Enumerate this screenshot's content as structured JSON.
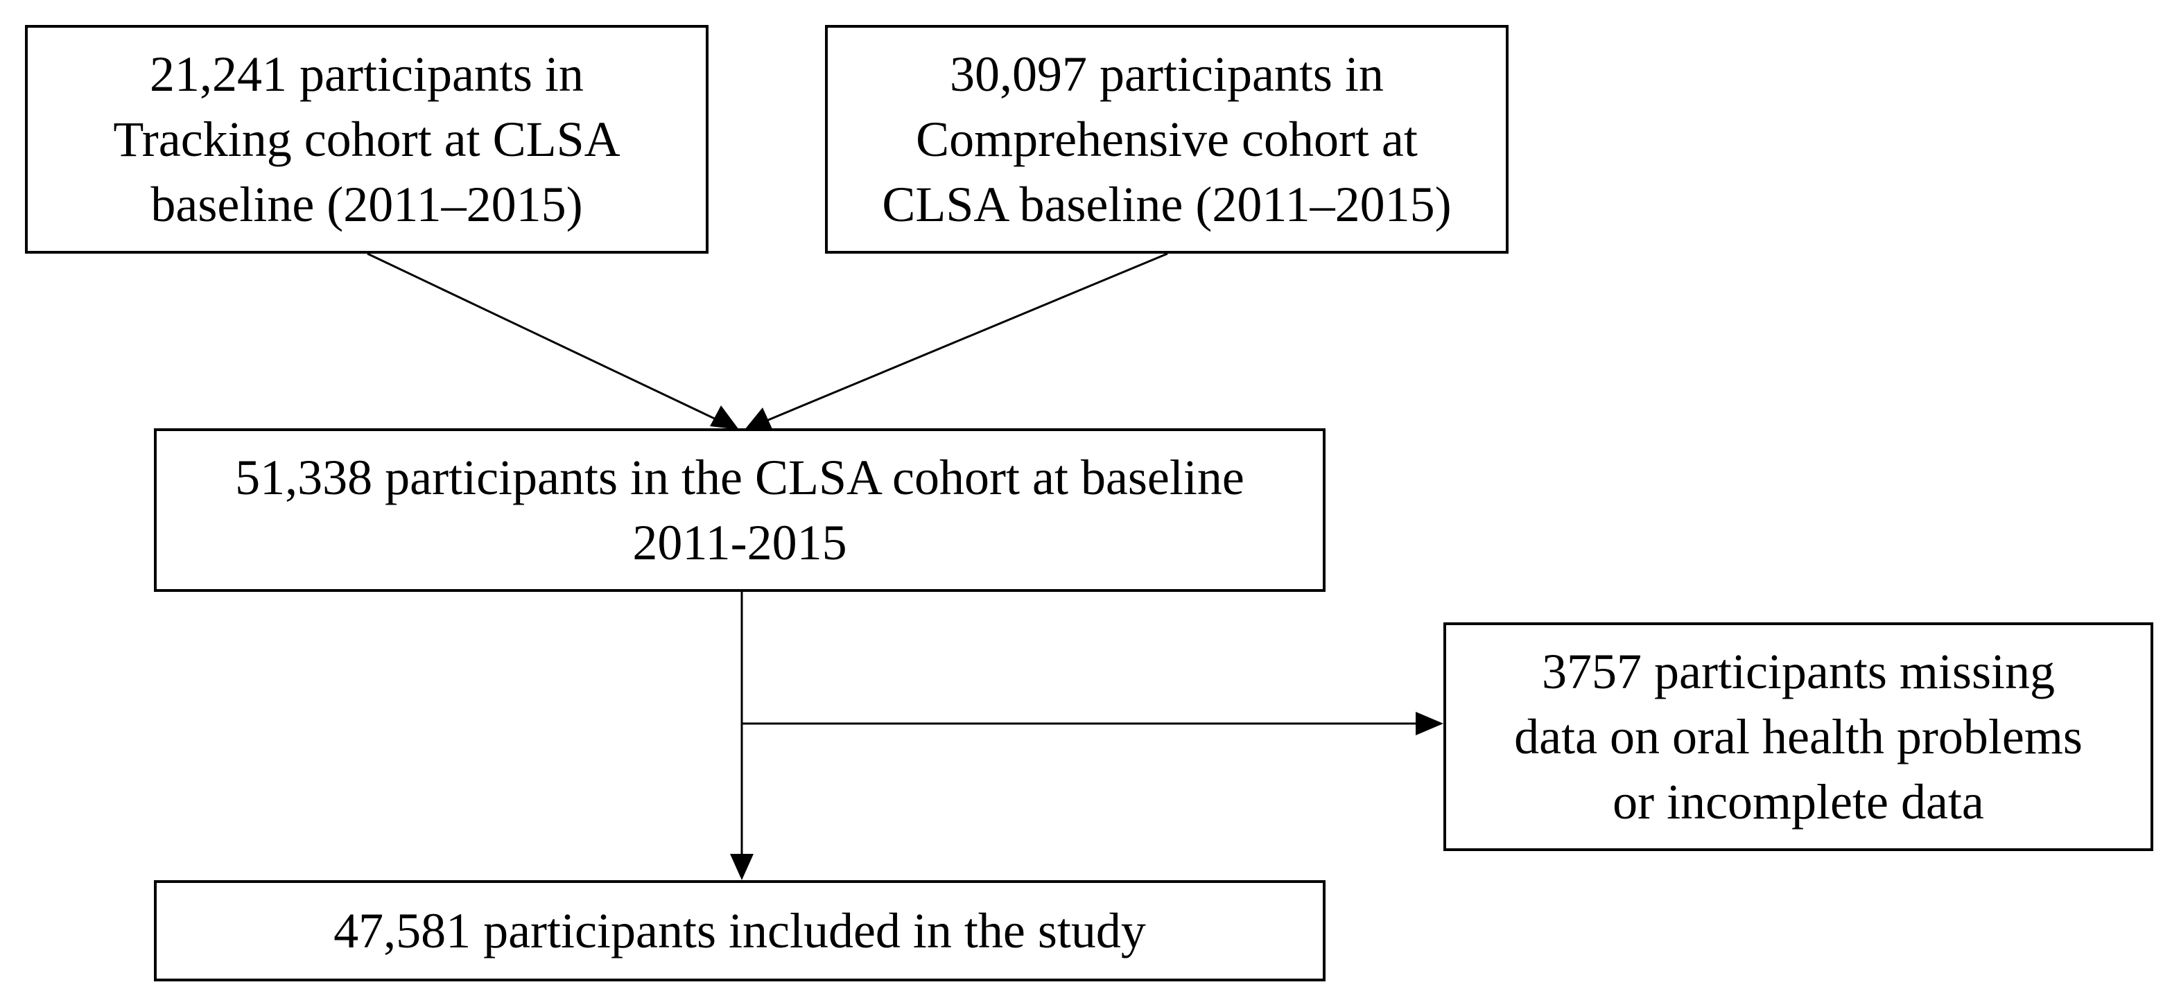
{
  "flowchart": {
    "tracking_cohort": {
      "line1": "21,241 participants in",
      "line2": "Tracking cohort at CLSA",
      "line3": "baseline (2011–2015)"
    },
    "comprehensive_cohort": {
      "line1": "30,097 participants in",
      "line2": "Comprehensive cohort at",
      "line3": "CLSA baseline (2011–2015)"
    },
    "baseline_cohort": {
      "line1": "51,338 participants in the CLSA cohort at baseline",
      "line2": "2011-2015"
    },
    "excluded": {
      "line1": "3757 participants missing",
      "line2": "data on oral health problems",
      "line3": "or incomplete data"
    },
    "included": {
      "line1": "47,581 participants included in the study"
    }
  },
  "colors": {
    "line": "#000000",
    "box_border": "#000000",
    "background": "#ffffff"
  }
}
